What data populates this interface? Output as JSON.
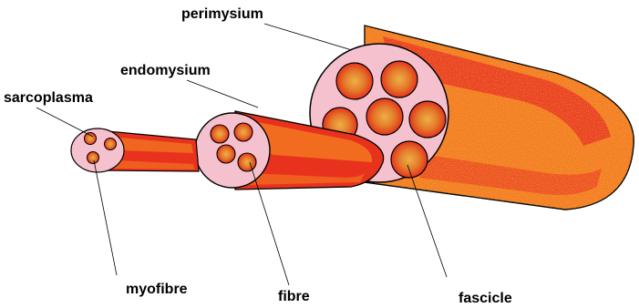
{
  "labels": {
    "perimysium": "perimysium",
    "endomysium": "endomysium",
    "sarcoplasma": "sarcoplasma",
    "myofibre": "myofibre",
    "fibre": "fibre",
    "fascicle": "fascicle"
  },
  "colors": {
    "muscle_orange": "#F47A1F",
    "muscle_red": "#E8321E",
    "sheath_pink": "#F6C1CF",
    "fibre_red": "#E5331D",
    "fibre_core": "#E9A43A",
    "outline": "#000000"
  }
}
